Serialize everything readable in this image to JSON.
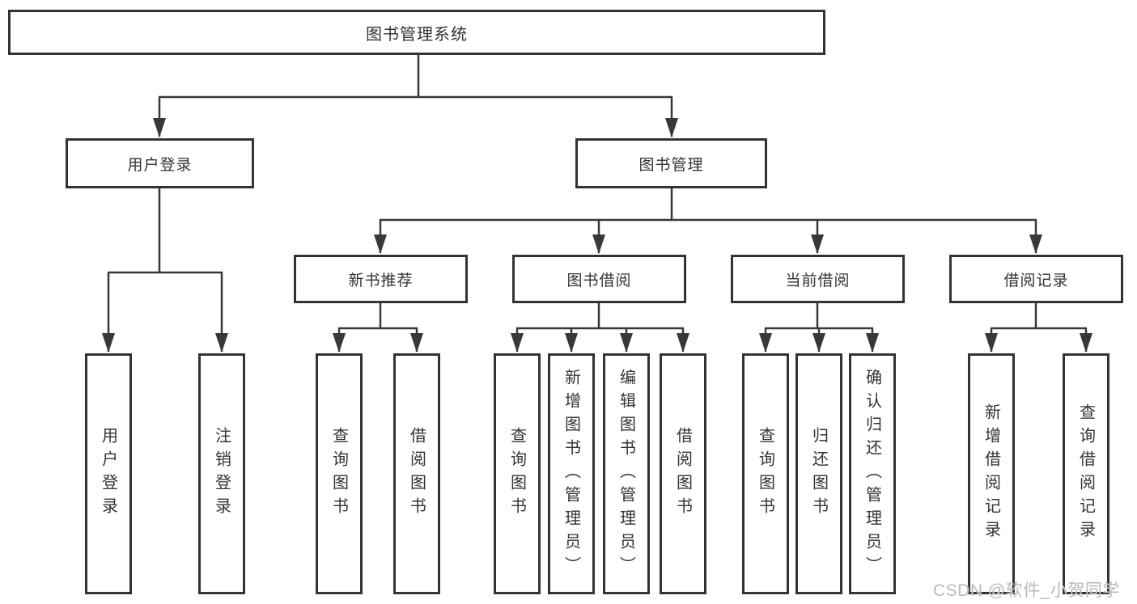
{
  "diagram": {
    "title": "图书管理系统",
    "level2": {
      "user_login": "用户登录",
      "book_mgmt": "图书管理"
    },
    "level3": {
      "new_books": "新书推荐",
      "book_borrow": "图书借阅",
      "current_borrow": "当前借阅",
      "borrow_records": "借阅记录"
    },
    "leaves": {
      "user_login": [
        "用户登录",
        "注销登录"
      ],
      "new_books": [
        "查询图书",
        "借阅图书"
      ],
      "book_borrow": [
        "查询图书",
        "新增图书（管理员）",
        "编辑图书（管理员）",
        "借阅图书"
      ],
      "current_borrow": [
        "查询图书",
        "归还图书",
        "确认归还（管理员）"
      ],
      "borrow_records": [
        "新增借阅记录",
        "查询借阅记录"
      ]
    }
  },
  "watermark": {
    "text": "CSDN @软件_小贺同学"
  },
  "colors": {
    "line": "#383838",
    "box_border": "#333333",
    "text": "#333333",
    "watermark": "#bababa"
  }
}
